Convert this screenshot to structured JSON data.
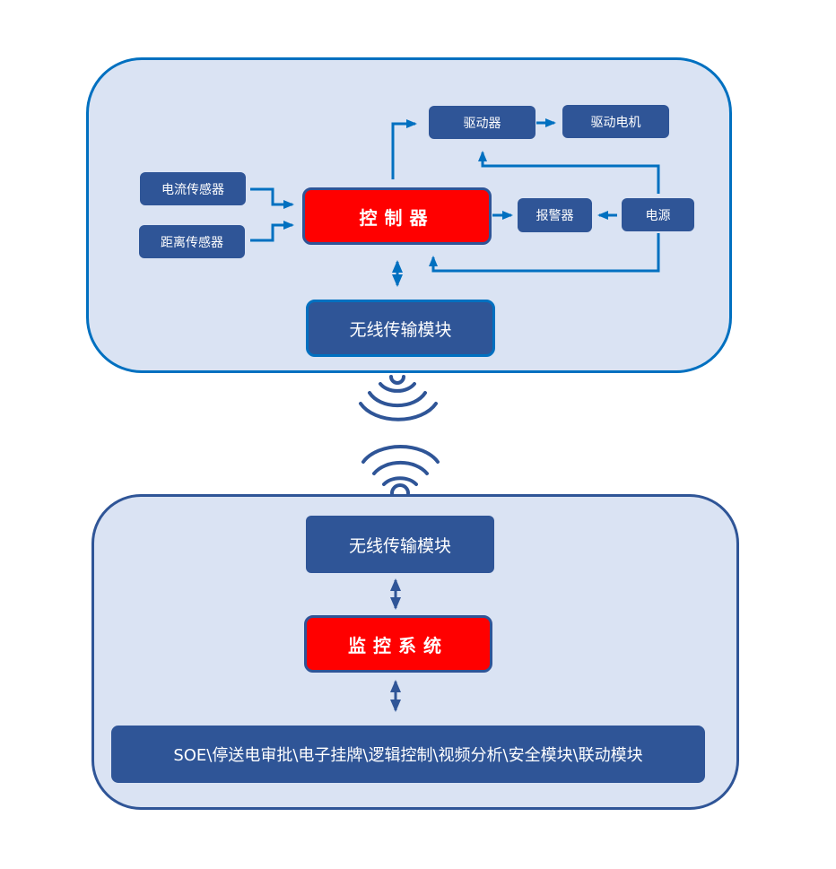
{
  "title": "系统结构示意图",
  "colors": {
    "panel_fill": "#dae3f3",
    "top_panel_border": "#0070c0",
    "bottom_panel_border": "#2f5597",
    "box_fill": "#2f5597",
    "core_fill": "#ff0000",
    "connector": "#0070c0",
    "text": "#ffffff"
  },
  "field_unit": {
    "current_sensor": "电流传感器",
    "distance_sensor": "距离传感器",
    "controller": "控制器",
    "driver": "驱动器",
    "drive_motor": "驱动电机",
    "alarm": "报警器",
    "power_supply": "电源",
    "wireless_module": "无线传输模块"
  },
  "monitoring_unit": {
    "wireless_module": "无线传输模块",
    "monitoring_system": "监控系统",
    "functions": "SOE\\停送电审批\\电子挂牌\\逻辑控制\\视频分析\\安全模块\\联动模块"
  },
  "connections": [
    {
      "from": "电流传感器",
      "to": "控制器"
    },
    {
      "from": "距离传感器",
      "to": "控制器"
    },
    {
      "from": "控制器",
      "to": "驱动器"
    },
    {
      "from": "驱动器",
      "to": "驱动电机"
    },
    {
      "from": "控制器",
      "to": "报警器"
    },
    {
      "from": "电源",
      "to": "报警器"
    },
    {
      "from": "电源",
      "to": "驱动器"
    },
    {
      "from": "电源",
      "to": "控制器"
    },
    {
      "from": "控制器",
      "to": "无线传输模块",
      "bidirectional": true
    },
    {
      "from": "无线传输模块",
      "to": "监控系统",
      "bidirectional": true
    },
    {
      "from": "监控系统",
      "to": "功能模块",
      "bidirectional": true
    }
  ]
}
